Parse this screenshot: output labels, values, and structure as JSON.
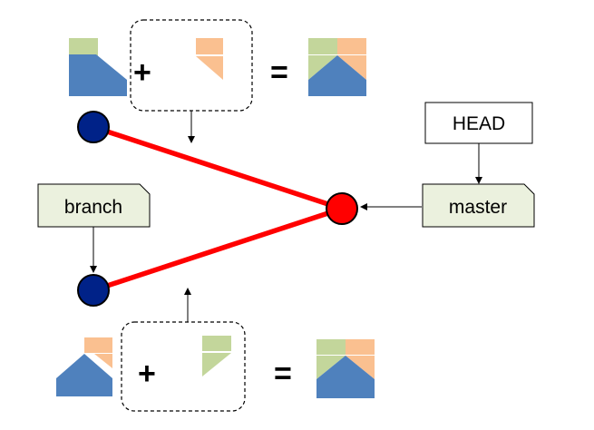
{
  "labels": {
    "head": "HEAD",
    "master": "master",
    "branch": "branch"
  },
  "operators": {
    "plus": "+",
    "equals": "="
  },
  "colors": {
    "blue_shape": "#4f81bd",
    "green_shape": "#c3d69b",
    "orange_shape": "#fac090",
    "commit_node": "#002288",
    "head_commit": "#ff0000",
    "edge": "#ff0000",
    "note_fill": "#ebf1de"
  }
}
